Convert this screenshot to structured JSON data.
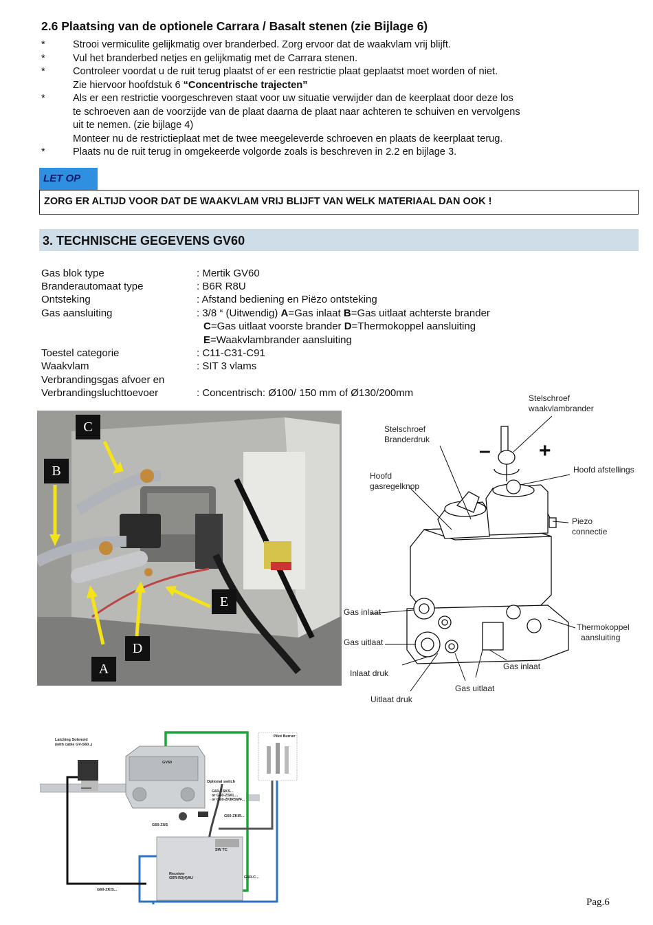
{
  "section_26": {
    "title": "2.6  Plaatsing van de optionele Carrara / Basalt stenen  (zie Bijlage 6)",
    "bullets": [
      {
        "star": "*",
        "lines": [
          "Strooi vermiculite gelijkmatig over branderbed. Zorg ervoor dat de waakvlam vrij blijft."
        ]
      },
      {
        "star": "*",
        "lines": [
          "Vul het branderbed netjes en gelijkmatig met de Carrara stenen."
        ]
      },
      {
        "star": "*",
        "lines": [
          "Controleer voordat u de ruit terug plaatst of er een restrictie plaat geplaatst moet worden of niet."
        ],
        "ref_prefix": "Zie hiervoor hoofdstuk 6 ",
        "ref_bold": "“Concentrische trajecten”"
      },
      {
        "star": "*",
        "lines": [
          "Als er een restrictie voorgeschreven staat voor uw situatie verwijder dan de keerplaat door deze los",
          "te schroeven aan de voorzijde van de plaat daarna de plaat naar achteren te schuiven en vervolgens",
          "uit te nemen. (zie bijlage 4)",
          "Monteer nu de restrictieplaat met de twee meegeleverde schroeven en plaats de keerplaat terug."
        ]
      },
      {
        "star": "*",
        "lines": [
          "Plaats nu de ruit terug in omgekeerde volgorde zoals is beschreven in 2.2 en bijlage 3."
        ]
      }
    ]
  },
  "warning": {
    "tab": "LET OP",
    "text": "ZORG ER ALTIJD VOOR DAT DE WAAKVLAM VRIJ BLIJFT VAN WELK MATERIAAL DAN OOK !"
  },
  "section_3": {
    "title": "3. TECHNISCHE GEGEVENS GV60",
    "specs": [
      {
        "label": "Gas blok type",
        "value": ": Mertik GV60"
      },
      {
        "label": "Branderautomaat type",
        "value": ": B6R R8U"
      },
      {
        "label": "Ontsteking",
        "value": ": Afstand bediening en Piëzo ontsteking"
      },
      {
        "label": "Gas aansluiting",
        "value_parts": [
          ": 3/8 “ (Uitwendig) ",
          "A",
          "=Gas inlaat  ",
          "B",
          "=Gas uitlaat achterste brander"
        ]
      },
      {
        "label": "",
        "value_parts": [
          "C",
          "=Gas uitlaat voorste brander  ",
          "D",
          "=Thermokoppel aansluiting"
        ]
      },
      {
        "label": "",
        "value_parts": [
          "E",
          "=Waakvlambrander aansluiting"
        ]
      },
      {
        "label": "Toestel categorie",
        "value": ": C11-C31-C91"
      },
      {
        "label": "Waakvlam",
        "value": ": SIT 3 vlams"
      },
      {
        "label": "Verbrandingsgas afvoer en",
        "value": ""
      },
      {
        "label": "Verbrandingsluchttoevoer",
        "value": ": Concentrisch: Ø100/ 150 mm of Ø130/200mm"
      }
    ]
  },
  "photo_labels": [
    "C",
    "B",
    "E",
    "D",
    "A"
  ],
  "valve_diagram": {
    "labels": {
      "stelschroef_waakvlam_1": "Stelschroef",
      "stelschroef_waakvlam_2": "waakvlambrander",
      "stelschroef_brander_1": "Stelschroef",
      "stelschroef_brander_2": "Branderdruk",
      "hoofd_afstellingen": "Hoofd afstellings",
      "hoofd_knop_1": "Hoofd",
      "hoofd_knop_2": "gasregelknop",
      "piezo_1": "Piezo",
      "piezo_2": "connectie",
      "gas_inlaat_left": "Gas inlaat",
      "gas_uitlaat_left": "Gas uitlaat",
      "thermo_1": "Thermokoppel",
      "thermo_2": "aansluiting",
      "gas_inlaat_right": "Gas inlaat",
      "inlaat_druk": "Inlaat druk",
      "gas_uitlaat_bottom": "Gas uitlaat",
      "uitlaat_druk": "Uitlaat druk",
      "minus": "–",
      "plus": "+"
    }
  },
  "schematic": {
    "labels": {
      "latching_1": "Latching Solenoid",
      "latching_2": "(with cable GV-S60..)",
      "gv60": "GV60",
      "optional_switch": "Optional switch",
      "g60_zsks": "G60-ZSKS...",
      "or_zskl": "or G60-ZSKL...",
      "or_zkir": "or G60-ZKIRSWF...",
      "g60_zkir": "G60-ZKIR...",
      "g60_zus": "G60-ZUS",
      "pilot_burner": "Pilot Burner",
      "sw_tc": "SW  TC",
      "receiver_1": "Receiver",
      "receiver_2": "G6R-R3(4)AU",
      "g6r_c": "G6R-C...",
      "g60_zkis": "G60-ZKIS..."
    }
  },
  "page_number": "Pag.6",
  "colors": {
    "letop_tab": "#2f8fe0",
    "section_bar": "#cfdde9",
    "arrow": "#f4e21a",
    "wire_green": "#1fa53a",
    "wire_blue": "#2a74c7",
    "wire_black": "#111111"
  }
}
